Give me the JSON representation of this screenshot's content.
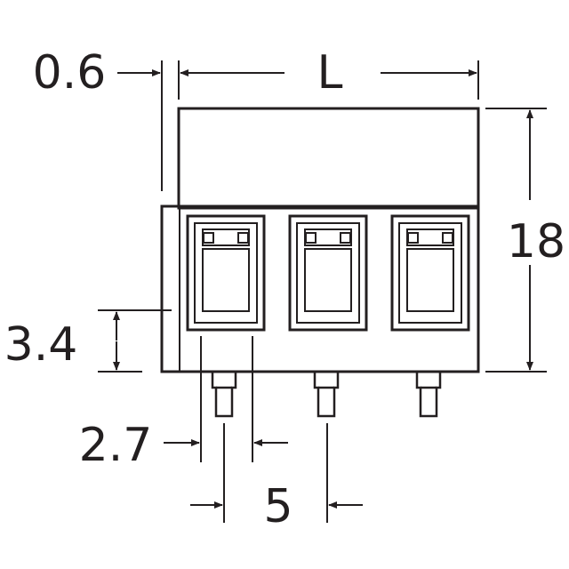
{
  "drawing": {
    "line_color": "#231f20",
    "background": "#ffffff"
  },
  "dimensions": {
    "offset": "0.6",
    "length": "L",
    "height": "18",
    "pin_height": "3.4",
    "opening": "2.7",
    "pitch": "5"
  }
}
